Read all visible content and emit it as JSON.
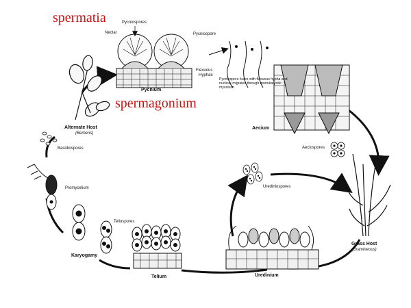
{
  "annotations": {
    "spermatia": "spermatia",
    "spermagonium": "spermagonium"
  },
  "labels": {
    "pycniospores_top": "Pycniospores",
    "nectar": "Nectar",
    "pycnium": "Pycnium",
    "pycniospore": "Pycniospore",
    "flexuous_hyphae_1": "Flexuous",
    "flexuous_hyphae_2": "Hyphae",
    "fusion_note": "Pycniospore fuses with flexuous hypha and nucleus migrates through monokaryotic mycelium",
    "aecium": "Aecium",
    "aeciospores": "Aeciospores",
    "alternate_host": "Alternate Host",
    "berberis": "(Berberis)",
    "basidiospores": "Basidiospores",
    "promycelium": "Promycelium",
    "teliospores": "Teliospores",
    "karyogamy": "Karyogamy",
    "telium": "Telium",
    "urediniospores": "Urediniospores",
    "uredinium": "Uredinium",
    "grass_host": "Grass Host",
    "gramineous": "(Gramineous)"
  },
  "colors": {
    "annotation": "#cc1111",
    "ink": "#111111"
  }
}
